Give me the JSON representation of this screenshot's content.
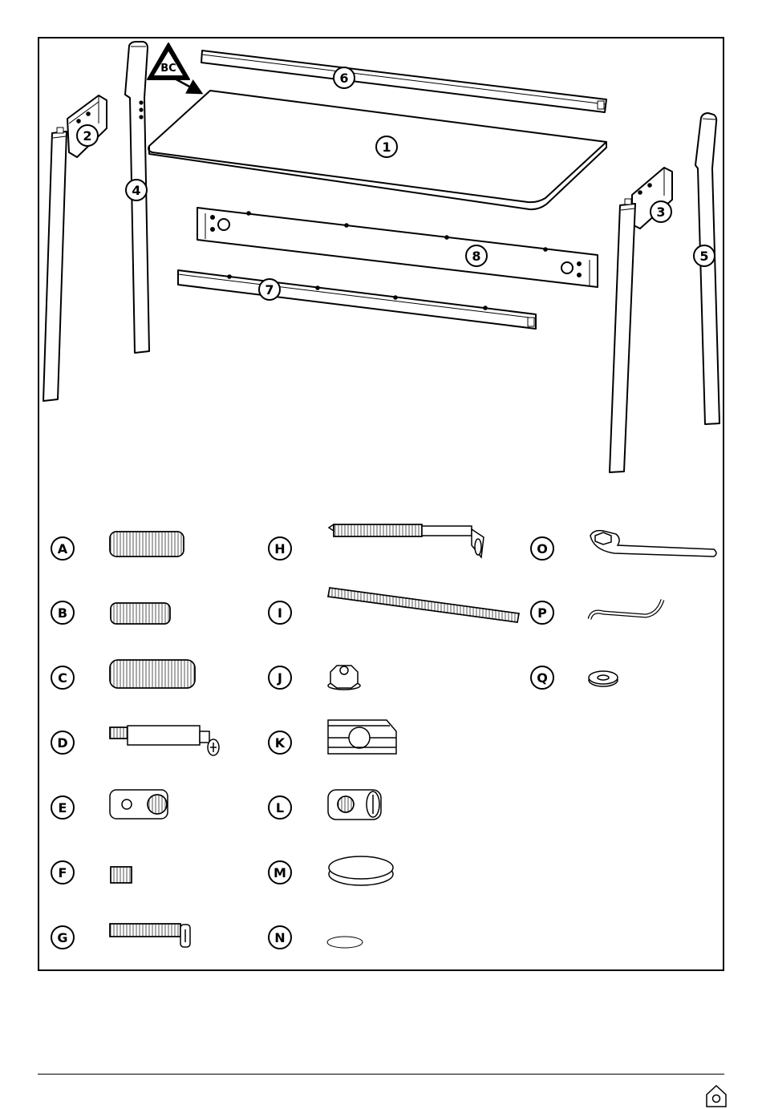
{
  "document": {
    "badge_text": "BC",
    "part_numbers": {
      "tabletop": "1",
      "side_rail_left": "2",
      "side_rail_right": "3",
      "leg_front_left": "4",
      "leg_back_right": "5",
      "top_rail": "6",
      "lower_rail": "7",
      "back_beam": "8"
    },
    "hardware_letters": [
      "A",
      "B",
      "C",
      "D",
      "E",
      "F",
      "G",
      "H",
      "I",
      "J",
      "K",
      "L",
      "M",
      "N",
      "O",
      "P",
      "Q"
    ]
  }
}
